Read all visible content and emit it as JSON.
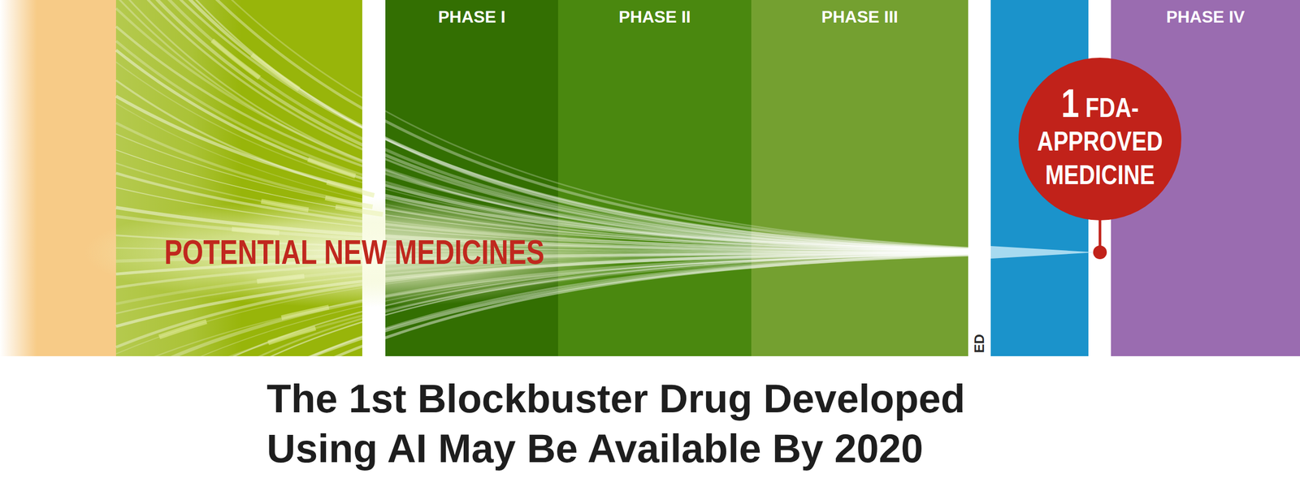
{
  "diagram": {
    "title": "The 1st Blockbuster Drug Developed Using AI May Be Available By 2020",
    "nodes": [
      {
        "text": [
          "PHASE I"
        ]
      },
      {
        "text": [
          "PHASE II"
        ]
      },
      {
        "text": [
          "PHASE III"
        ]
      },
      {
        "text": [
          "PHASE IV"
        ]
      },
      {
        "text": [
          "1 FDA- APPROVED MEDICINE"
        ]
      }
    ],
    "labels": [
      "POTENTIAL NEW MEDICINES",
      "ED"
    ]
  }
}
